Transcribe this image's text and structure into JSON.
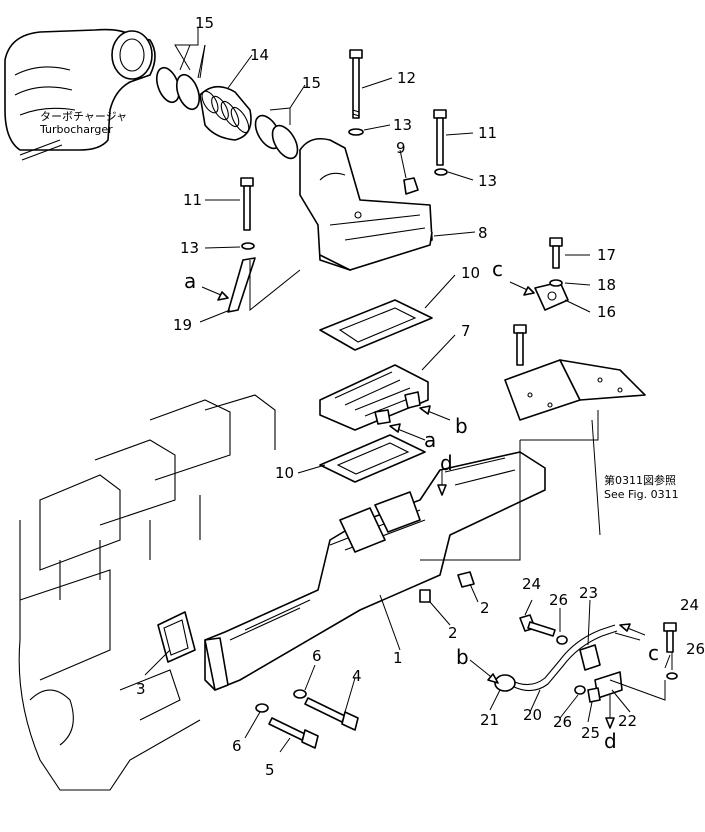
{
  "labels": {
    "turbo_jp": "ターボチャージャ",
    "turbo_en": "Turbocharger",
    "see_fig_jp": "第0311図参照",
    "see_fig_en": "See Fig. 0311"
  },
  "callouts": [
    "1",
    "2",
    "2",
    "3",
    "4",
    "5",
    "6",
    "6",
    "7",
    "8",
    "9",
    "10",
    "10",
    "11",
    "11",
    "12",
    "13",
    "13",
    "13",
    "14",
    "15",
    "15",
    "16",
    "17",
    "18",
    "19",
    "20",
    "21",
    "22",
    "23",
    "24",
    "24",
    "25",
    "26",
    "26",
    "26"
  ],
  "refs": [
    "a",
    "a",
    "b",
    "b",
    "c",
    "c",
    "d",
    "d"
  ]
}
